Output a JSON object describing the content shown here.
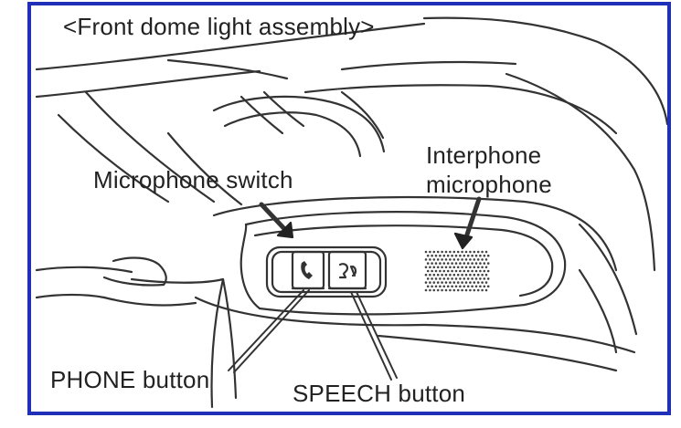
{
  "diagram": {
    "title": "<Front dome light assembly>",
    "labels": {
      "microphone_switch": "Microphone switch",
      "interphone_microphone_line1": "Interphone",
      "interphone_microphone_line2": "microphone",
      "phone_button": "PHONE button",
      "speech_button": "SPEECH button"
    }
  },
  "colors": {
    "frame_border": "#1f2fb8",
    "line_art": "#333333",
    "text": "#222222"
  },
  "icons": [
    "phone-handset-icon",
    "speech-voice-icon",
    "arrow-down-icon"
  ]
}
